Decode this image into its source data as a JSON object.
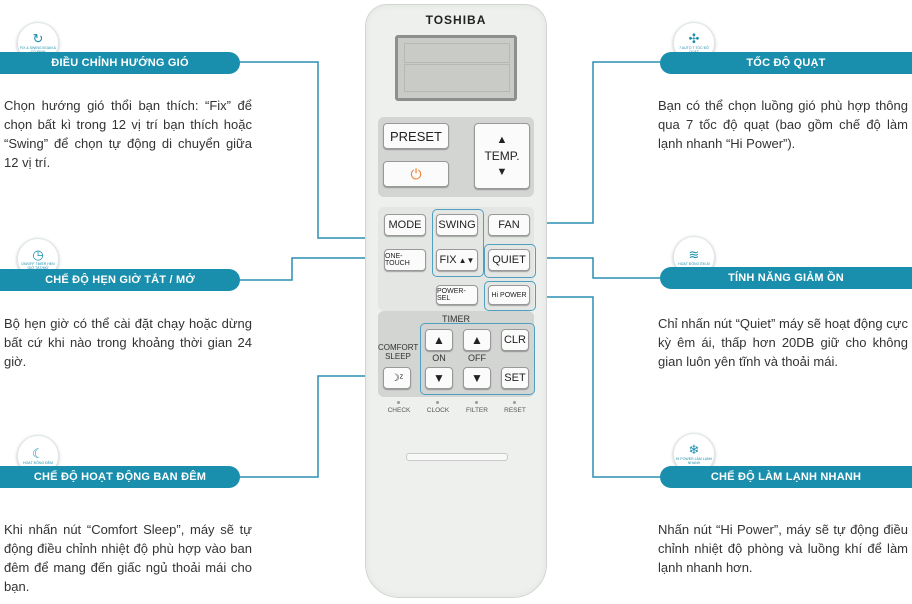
{
  "brand": "TOSHIBA",
  "accent_color": "#1a8fad",
  "remote": {
    "preset": "PRESET",
    "power_icon": "power-icon",
    "temp": "TEMP.",
    "mode": "MODE",
    "swing": "SWING",
    "fan": "FAN",
    "one_touch": "ONE-TOUCH",
    "fix": "FIX",
    "quiet": "QUIET",
    "power_sel": "POWER-SEL",
    "hi_power": "Hi POWER",
    "timer": "TIMER",
    "comfort_sleep": "COMFORT SLEEP",
    "on": "ON",
    "off": "OFF",
    "clr": "CLR",
    "set": "SET",
    "indicators": [
      "CHECK",
      "CLOCK",
      "FILTER",
      "RESET"
    ]
  },
  "features": [
    {
      "title": "ĐIỀU CHỈNH HƯỚNG GIÓ",
      "icon": "airflow-direction-icon",
      "icon_caption": "FIX & SWING ĐOẠN & CỐ ĐỊNH",
      "desc": "Chọn hướng gió thổi bạn thích: “Fix” để chọn bất kì trong 12 vị trí bạn thích hoặc “Swing” để chọn tự động di chuyển giữa 12 vị trí."
    },
    {
      "title": "CHẾ ĐỘ HẸN GIỜ TẮT / MỞ",
      "icon": "timer-icon",
      "icon_caption": "ON/OFF TIMER HẸN GIỜ TẮT/MỞ",
      "desc": "Bộ hẹn giờ có thể cài đặt chạy hoặc dừng bất cứ khi nào trong khoảng thời gian 24 giờ."
    },
    {
      "title": "CHẾ ĐỘ HOẠT ĐỘNG BAN ĐÊM",
      "icon": "sleep-moon-icon",
      "icon_caption": "HOẠT ĐỘNG ĐÊM",
      "desc": "Khi nhấn nút “Comfort Sleep”, máy sẽ tự động điều chỉnh nhiệt độ phù hợp vào ban đêm để mang đến giấc ngủ thoải mái cho bạn."
    },
    {
      "title": "TỐC ĐỘ QUẠT",
      "icon": "fan-speed-icon",
      "icon_caption": "7 AUTO 7 TỐC ĐỘ QUẠT",
      "desc": "Bạn có thể chọn luồng gió phù hợp thông qua 7 tốc độ quạt (bao gồm chế độ làm lạnh nhanh “Hi Power”)."
    },
    {
      "title": "TÍNH NĂNG GIẢM ỒN",
      "icon": "quiet-operation-icon",
      "icon_caption": "HOẠT ĐỘNG ÊM ÁI",
      "desc": "Chỉ nhấn nút “Quiet” máy sẽ hoạt động cực kỳ êm ái, thấp hơn 20DB giữ cho không gian luôn yên tĩnh và thoải mái."
    },
    {
      "title": "CHẾ ĐỘ LÀM LẠNH NHANH",
      "icon": "fast-cooling-icon",
      "icon_caption": "HI POWER LÀM LẠNH NHANH",
      "desc": "Nhấn nút “Hi Power”, máy sẽ tự động điều chỉnh nhiệt độ phòng và luồng khí để làm lạnh nhanh hơn."
    }
  ]
}
